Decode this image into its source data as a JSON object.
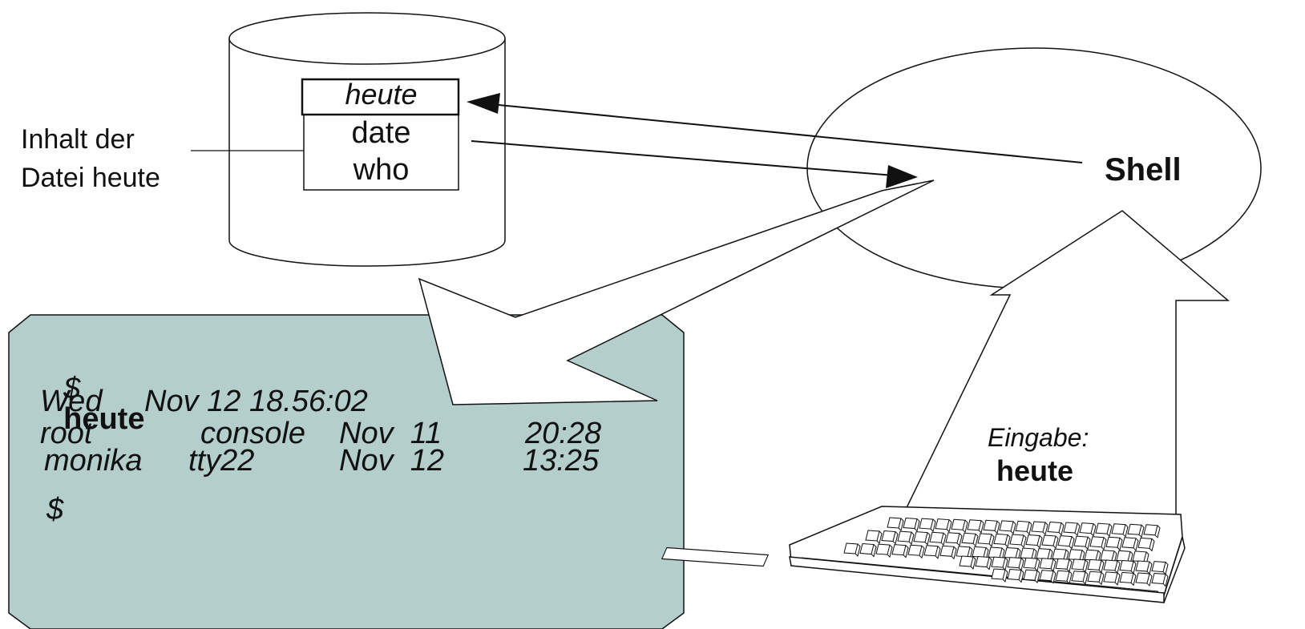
{
  "file_box": {
    "title": "heute",
    "lines": [
      "date",
      "who"
    ]
  },
  "side_label": {
    "line1": "Inhalt der",
    "line2": "Datei heute"
  },
  "shell": {
    "label": "Shell"
  },
  "input": {
    "caption": "Eingabe:",
    "command": "heute"
  },
  "terminal": {
    "prompt": "$",
    "command": "heute",
    "output": [
      {
        "c1": "Wed",
        "c2": "Nov 12 18.56:02",
        "c3": "",
        "c4": ""
      },
      {
        "c1": "root",
        "c2": "console",
        "c3": "Nov  11",
        "c4": "20:28"
      },
      {
        "c1": "monika",
        "c2": "tty22",
        "c3": "Nov  12",
        "c4": "13:25"
      }
    ],
    "final_prompt": "$"
  },
  "colors": {
    "terminal_bg": "#b3cecb",
    "ink": "#111111",
    "paper": "#ffffff"
  }
}
